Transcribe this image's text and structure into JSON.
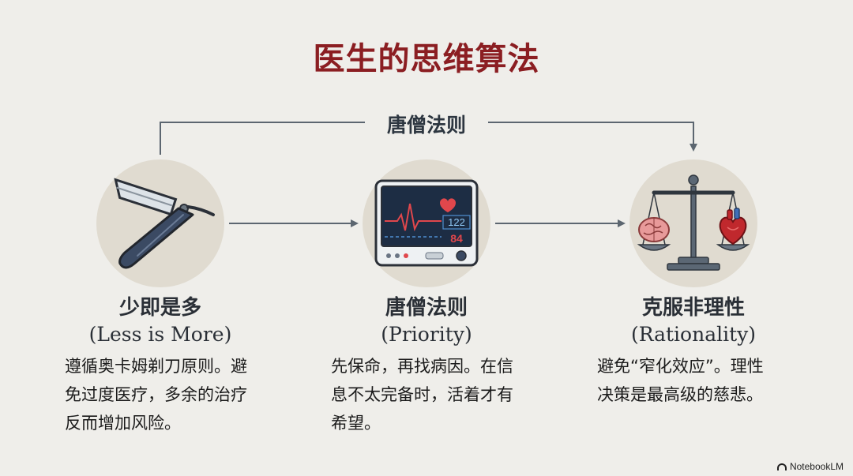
{
  "title": "医生的思维算法",
  "banner": "唐僧法则",
  "steps": [
    {
      "icon": "razor-icon",
      "title_zh": "少即是多",
      "title_en": "(Less is More)",
      "desc_lines": [
        "遵循奥卡姆剃刀原则。避",
        "免过度医疗，多余的治疗",
        "反而增加风险。"
      ]
    },
    {
      "icon": "vital-monitor-icon",
      "title_zh": "唐僧法则",
      "title_en": "(Priority)",
      "desc_lines": [
        "先保命，再找病因。在信",
        "息不太完备时，活着才有",
        "希望。"
      ],
      "monitor": {
        "top_value": "122",
        "bottom_value": "84"
      }
    },
    {
      "icon": "balance-scale-icon",
      "title_zh": "克服非理性",
      "title_en": "(Rationality)",
      "desc_lines": [
        "避免“窄化效应”。理性",
        "决策是最高级的慈悲。"
      ]
    }
  ],
  "brand": "NotebookLM",
  "colors": {
    "background": "#efeeea",
    "title": "#8b1e22",
    "connector": "#5c6670",
    "circle": "#e0dbd0"
  }
}
